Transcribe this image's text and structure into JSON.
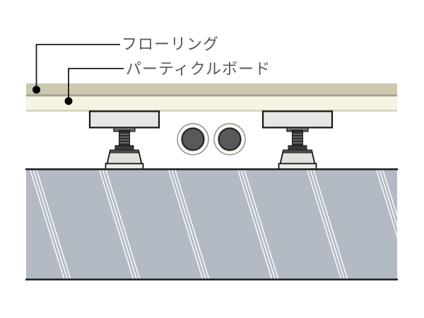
{
  "diagram": {
    "type": "floor-construction-cross-section",
    "labels": {
      "flooring": "フローリング",
      "particleboard": "パーティクルボード"
    },
    "colors": {
      "background": "#ffffff",
      "flooring_layer": "#cdc9ae",
      "flooring_bottom_edge": "#a6a392",
      "particleboard_layer": "#f6f3e2",
      "particleboard_bottom_edge": "#d7d4c1",
      "slab_fill": "#b4bac3",
      "slab_border": "#1a1a1a",
      "hatch_line": "#ffffff",
      "pipe_ring": "#fbfaf3",
      "pipe_ring_stroke": "#8f8f8f",
      "pipe_inner": "#595959",
      "pipe_inner_stroke": "#232323",
      "leg_metal": "#e6e6e4",
      "leg_rod": "#2e2e2e",
      "label_text": "#595959",
      "leader_line": "#1a1a1a"
    }
  }
}
